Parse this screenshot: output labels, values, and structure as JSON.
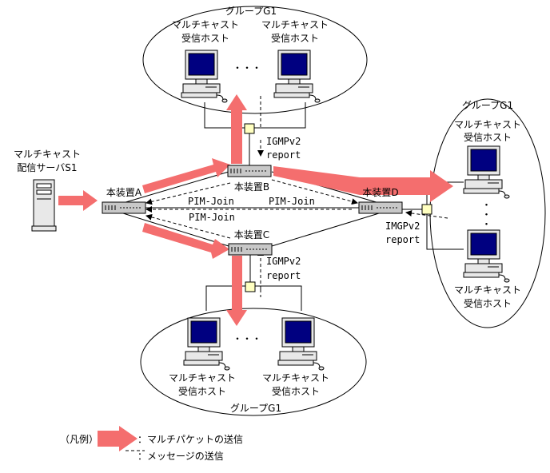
{
  "groups": {
    "top": "グループG1",
    "right": "グループG1",
    "bottom": "グループG1"
  },
  "server": {
    "line1": "マルチキャスト",
    "line2": "配信サーバS1"
  },
  "host": {
    "line1": "マルチキャスト",
    "line2": "受信ホスト"
  },
  "devices": {
    "a": "本装置A",
    "b": "本装置B",
    "c": "本装置C",
    "d": "本装置D"
  },
  "messages": {
    "pim_join": "PIM-Join",
    "igmp_top": "IGMPv2",
    "igmp_bottom": "IGMPv2",
    "igmp_right": "IMGPv2",
    "report": "report"
  },
  "dots": "・・・",
  "legend": {
    "title": "（凡例）",
    "packet": "：マルチパケットの送信",
    "message": "：メッセージの送信"
  },
  "colors": {
    "arrow": "#f46e6e",
    "monitor_screen": "#000080",
    "switch_box": "#c8c8c8",
    "hub_box": "#ffffc0"
  }
}
